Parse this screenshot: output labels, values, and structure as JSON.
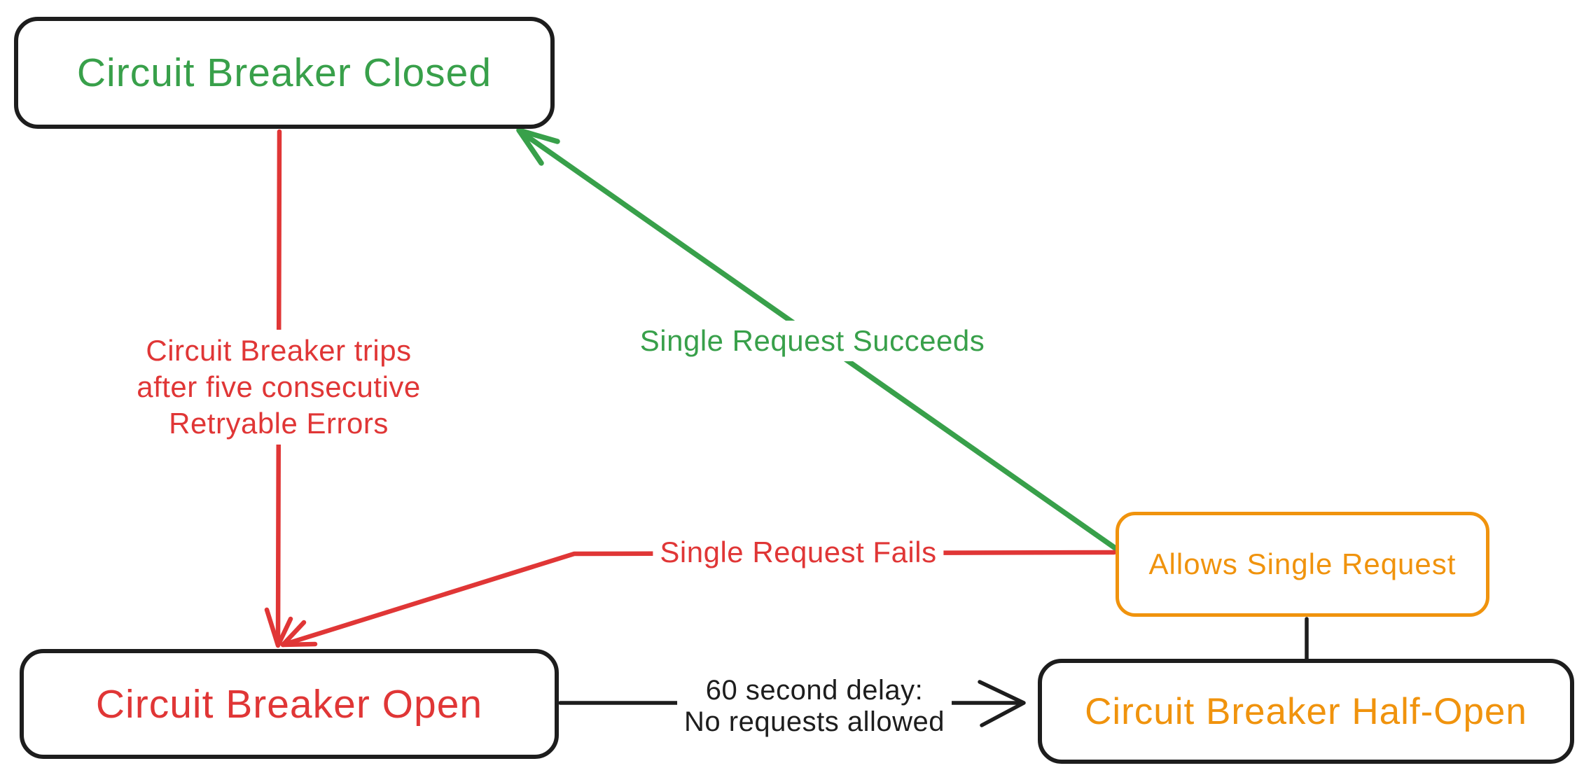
{
  "diagram": {
    "title_hint": "Circuit breaker state machine",
    "background": "#ffffff",
    "colors": {
      "green": "#38a04a",
      "red": "#e03636",
      "orange": "#f0930d",
      "ink": "#1d1d1d",
      "bg": "#ffffff"
    },
    "nodes": {
      "closed": {
        "label": "Circuit Breaker Closed",
        "text_color": "#38a04a",
        "border_color": "#1d1d1d"
      },
      "open": {
        "label": "Circuit Breaker Open",
        "text_color": "#e03636",
        "border_color": "#1d1d1d"
      },
      "half_open": {
        "label": "Circuit Breaker Half-Open",
        "text_color": "#f0930d",
        "border_color": "#1d1d1d"
      },
      "allows": {
        "label": "Allows Single Request",
        "text_color": "#f0930d",
        "border_color": "#f0930d"
      }
    },
    "edges": {
      "trips": {
        "from": "closed",
        "to": "open",
        "color": "#e03636",
        "label_lines": [
          "Circuit Breaker trips",
          "after five consecutive",
          "Retryable Errors"
        ]
      },
      "succeeds": {
        "from": "allows",
        "to": "closed",
        "color": "#38a04a",
        "label": "Single Request Succeeds"
      },
      "fails": {
        "from": "allows",
        "to": "open",
        "color": "#e03636",
        "label": "Single Request Fails"
      },
      "delay": {
        "from": "open",
        "to": "half_open",
        "color": "#1d1d1d",
        "label_lines": [
          "60 second delay:",
          "No requests allowed"
        ]
      },
      "half_open_to_allows": {
        "from": "half_open",
        "to": "allows",
        "color": "#1d1d1d",
        "label": ""
      }
    }
  }
}
